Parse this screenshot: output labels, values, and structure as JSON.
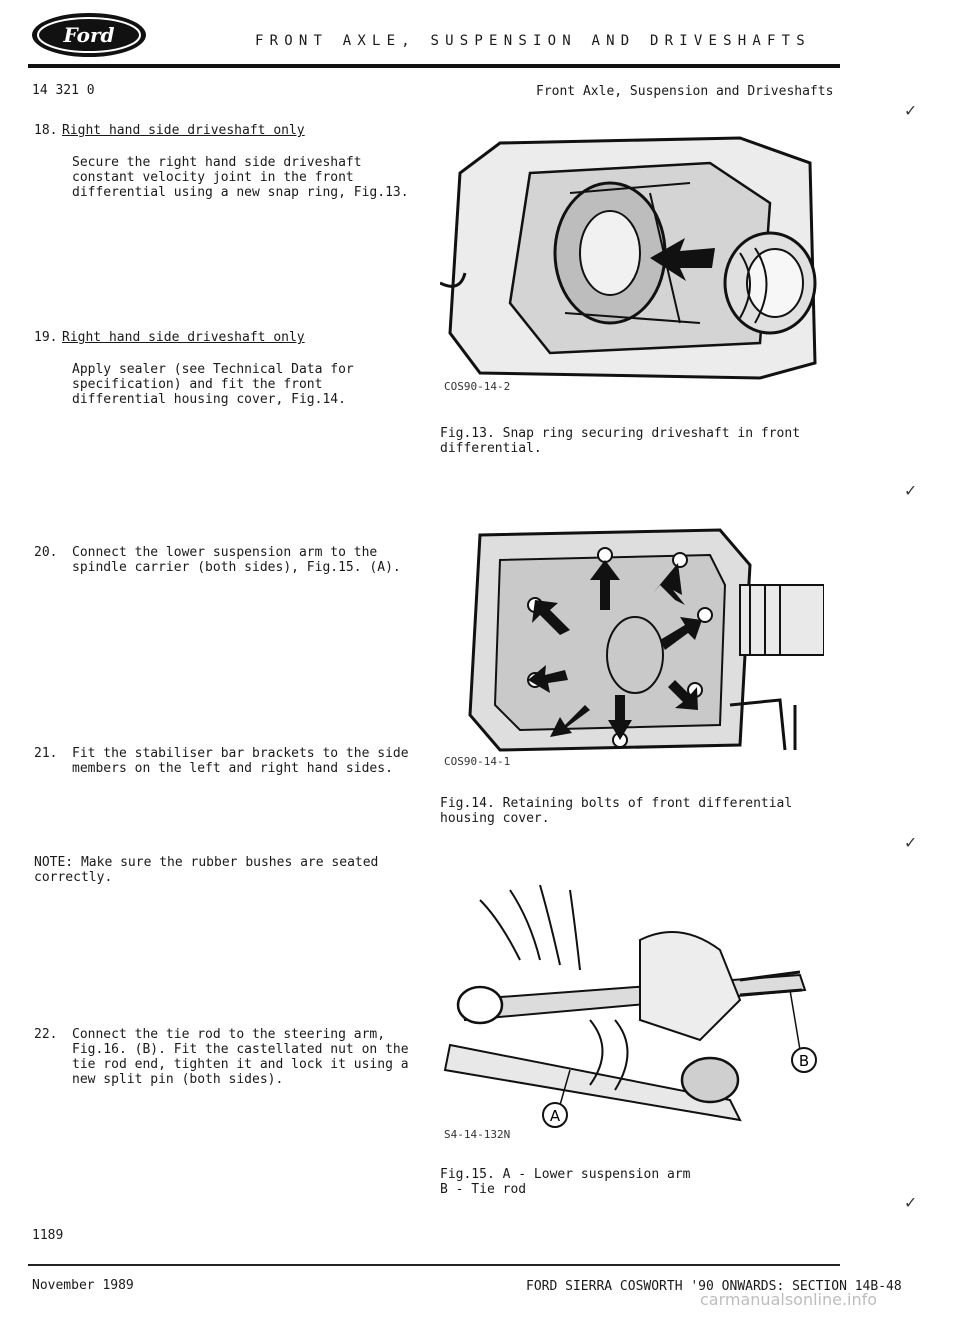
{
  "header": {
    "logo_text": "Ford",
    "title": "FRONT AXLE, SUSPENSION AND DRIVESHAFTS",
    "doc_number": "14 321 0",
    "section_title": "Front Axle, Suspension and Driveshafts"
  },
  "steps": [
    {
      "number": "18.",
      "heading": "Right hand side driveshaft only",
      "body": "Secure the right hand side driveshaft\nconstant velocity joint in the front\ndifferential using a new snap ring, Fig.13."
    },
    {
      "number": "19.",
      "heading": "Right hand side driveshaft only",
      "body": "Apply sealer (see Technical Data for\nspecification) and fit the front\ndifferential housing cover, Fig.14."
    },
    {
      "number": "20.",
      "heading": "",
      "body": "Connect the lower suspension arm to the\nspindle carrier (both sides), Fig.15. (A)."
    },
    {
      "number": "21.",
      "heading": "",
      "body": "Fit the stabiliser bar brackets to the side\nmembers on the left and right hand sides."
    },
    {
      "number": "22.",
      "heading": "",
      "body": "Connect the tie rod to the steering arm,\nFig.16. (B). Fit the castellated nut on the\ntie rod end, tighten it and lock it using a\nnew split pin (both sides)."
    }
  ],
  "note": "NOTE: Make sure the rubber bushes are seated\ncorrectly.",
  "figures": [
    {
      "code": "COS90-14-2",
      "caption": "Fig.13. Snap ring securing driveshaft in front\n        differential."
    },
    {
      "code": "COS90-14-1",
      "caption": "Fig.14. Retaining bolts of front differential\n        housing cover."
    },
    {
      "code": "S4-14-132N",
      "caption": "Fig.15. A - Lower suspension arm\n        B - Tie rod",
      "callouts": [
        "A",
        "B"
      ]
    }
  ],
  "footer": {
    "page_number": "1189",
    "date": "November 1989",
    "reference": "FORD SIERRA COSWORTH '90 ONWARDS: SECTION 14B-48",
    "watermark": "carmanualsonline.info"
  }
}
